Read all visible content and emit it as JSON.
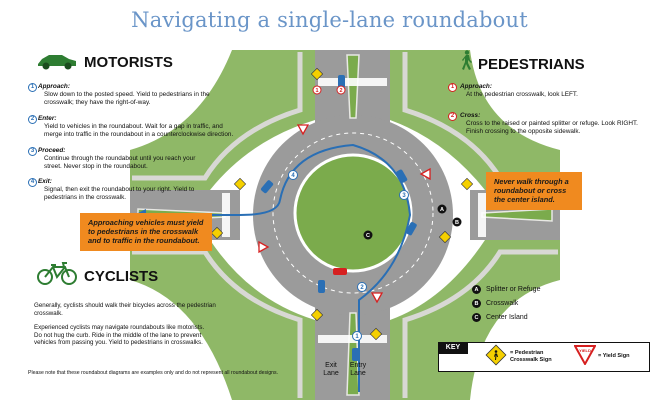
{
  "title": "Navigating a single-lane roundabout",
  "motorists": {
    "heading": "MOTORISTS",
    "steps": [
      {
        "num": "1",
        "heading": "Approach:",
        "body": "Slow down to the posted speed. Yield to pedestrians in the crosswalk; they have the right-of-way."
      },
      {
        "num": "2",
        "heading": "Enter:",
        "body": "Yield to vehicles in the roundabout. Wait for a gap in traffic, and merge into traffic in the roundabout in a counterclockwise direction."
      },
      {
        "num": "3",
        "heading": "Proceed:",
        "body": "Continue through the roundabout until you reach your street. Never stop in the roundabout."
      },
      {
        "num": "4",
        "heading": "Exit:",
        "body": "Signal, then exit the roundabout to your right. Yield to pedestrians in the crosswalk."
      }
    ]
  },
  "pedestrians": {
    "heading": "PEDESTRIANS",
    "steps": [
      {
        "num": "1",
        "heading": "Approach:",
        "body": "At the pedestrian crosswalk, look LEFT."
      },
      {
        "num": "2",
        "heading": "Cross:",
        "body": "Cross to the raised or painted splitter or refuge. Look RIGHT. Finish crossing to the opposite sidewalk."
      }
    ]
  },
  "cyclists": {
    "heading": "CYCLISTS",
    "para1": "Generally, cyclists should walk their bicycles across the pedestrian crosswalk.",
    "para2": "Experienced cyclists may navigate roundabouts like motorists. Do not hug the curb. Ride in the middle of the lane to prevent vehicles from passing you. Yield to pedestrians in crosswalks."
  },
  "callouts": {
    "vehicles_yield": "Approaching vehicles must yield to pedestrians in the crosswalk and to traffic in the roundabout.",
    "never_walk": "Never walk through a roundabout or cross the center island."
  },
  "diagram_labels": {
    "a": "A",
    "b": "B",
    "c": "C",
    "route_steps": [
      "1",
      "2",
      "3",
      "4"
    ],
    "ped_steps": [
      "1",
      "2"
    ]
  },
  "legend": [
    {
      "badge": "A",
      "label": "Splitter or Refuge"
    },
    {
      "badge": "B",
      "label": "Crosswalk"
    },
    {
      "badge": "C",
      "label": "Center Island"
    }
  ],
  "key": {
    "label": "KEY",
    "ped_sign": "= Pedestrian Crosswalk Sign",
    "yield_sign": "= Yield Sign",
    "yield_word": "YIELD"
  },
  "lanes": {
    "exit": "Exit Lane",
    "entry": "Entry Lane"
  },
  "disclaimer": "Please note that these roundabout diagrams are examples only and do not represent all roundabout designs.",
  "colors": {
    "title": "#6a95c8",
    "road": "#9b9b9b",
    "grass": "#7bab4c",
    "route": "#2a6fb5",
    "callout": "#f08a1f",
    "car_green": "#2e7d32"
  }
}
